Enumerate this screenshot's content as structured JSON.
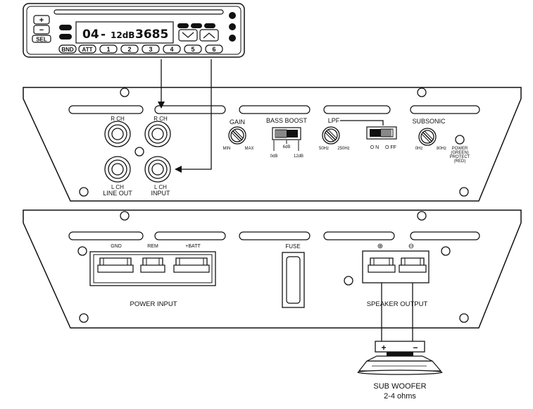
{
  "head_unit": {
    "plus": "+",
    "minus": "−",
    "sel": "SEL",
    "display": {
      "track": "04",
      "dash": "-",
      "level": "12dB",
      "freq": "3685"
    },
    "buttons": [
      "BND",
      "ATT",
      "1",
      "2",
      "3",
      "4",
      "5",
      "6"
    ]
  },
  "amp_top": {
    "rca_labels": {
      "r_ch_left": "R CH",
      "r_ch_right": "R CH",
      "l_ch_left": "L CH",
      "l_ch_right": "L CH"
    },
    "line_out": "LINE OUT",
    "input": "INPUT",
    "gain": {
      "title": "GAIN",
      "min": "MIN",
      "max": "MAX"
    },
    "bass_boost": {
      "title": "BASS BOOST",
      "db0": "0dB",
      "db6": "6dB",
      "db12": "12dB"
    },
    "lpf": {
      "title": "LPF",
      "low": "50Hz",
      "high": "250Hz",
      "on": "O N",
      "off": "O FF"
    },
    "subsonic": {
      "title": "SUBSONIC",
      "low": "0Hz",
      "high": "80Hz"
    },
    "power_led": [
      "POWER",
      "(GREEN)",
      "PROTECT",
      "(RED)"
    ]
  },
  "amp_bottom": {
    "terminals": {
      "gnd": "GND",
      "rem": "REM",
      "batt": "+BATT"
    },
    "power_input": "POWER INPUT",
    "fuse": "FUSE",
    "speaker_output": "SPEAKER OUTPUT",
    "plus_symbol": "⊕",
    "minus_symbol": "⊖"
  },
  "subwoofer": {
    "plus": "+",
    "minus": "−",
    "title": "SUB WOOFER",
    "impedance": "2-4 ohms"
  }
}
